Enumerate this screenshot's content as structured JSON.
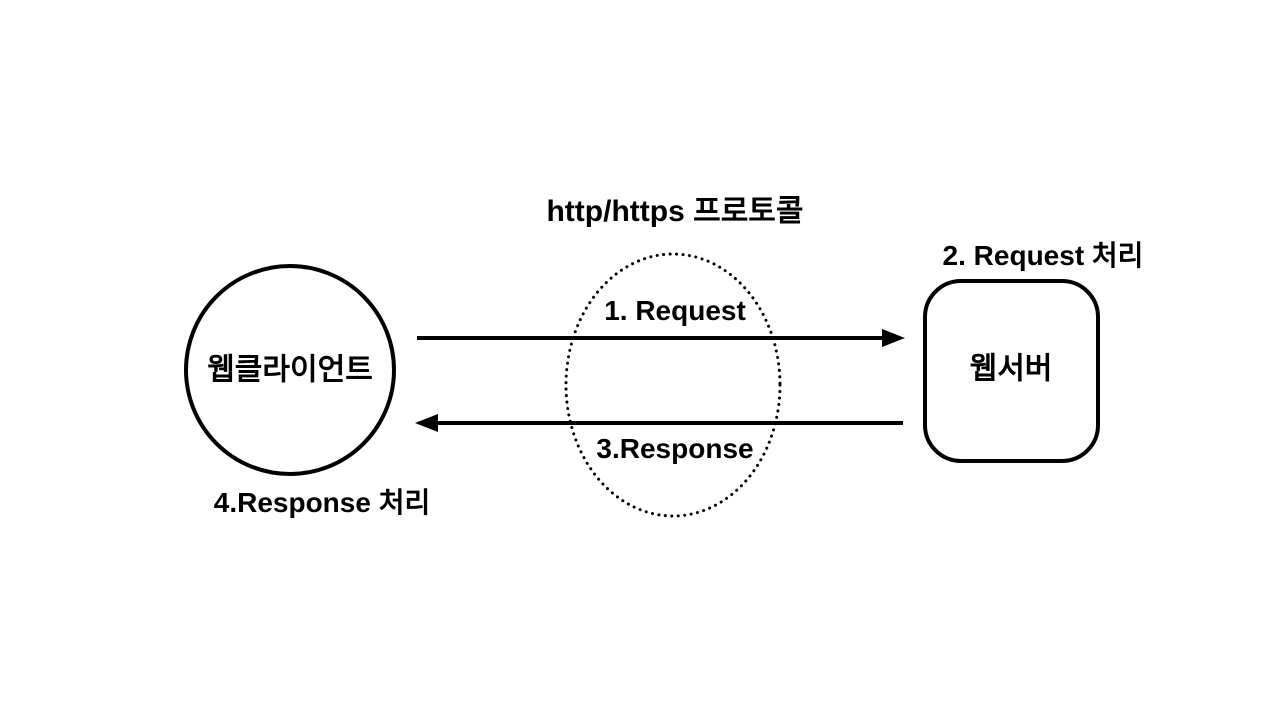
{
  "diagram": {
    "title": "http/https 프로토콜",
    "client": {
      "label": "웹클라이언트",
      "note": "4.Response 처리"
    },
    "server": {
      "label": "웹서버",
      "note": "2. Request 처리"
    },
    "flows": {
      "request": {
        "label": "1. Request",
        "direction": "client-to-server"
      },
      "response": {
        "label": "3.Response",
        "direction": "server-to-client"
      }
    },
    "colors": {
      "stroke": "#000000",
      "text": "#000000",
      "background": "#ffffff"
    }
  }
}
